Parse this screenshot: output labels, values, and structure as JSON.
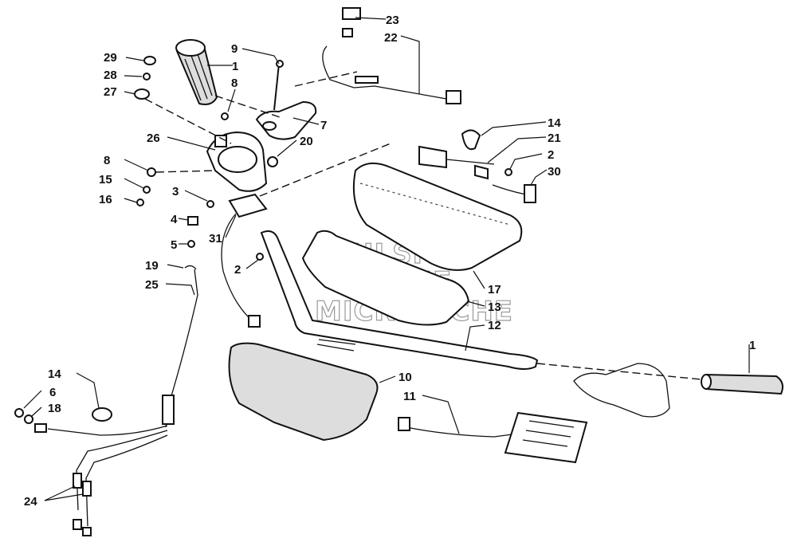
{
  "callouts": [
    {
      "id": "c23",
      "label": "23"
    },
    {
      "id": "c22",
      "label": "22"
    },
    {
      "id": "c9",
      "label": "9"
    },
    {
      "id": "c29",
      "label": "29"
    },
    {
      "id": "c1a",
      "label": "1"
    },
    {
      "id": "c28",
      "label": "28"
    },
    {
      "id": "c8a",
      "label": "8"
    },
    {
      "id": "c27",
      "label": "27"
    },
    {
      "id": "c7",
      "label": "7"
    },
    {
      "id": "c14a",
      "label": "14"
    },
    {
      "id": "c26",
      "label": "26"
    },
    {
      "id": "c20",
      "label": "20"
    },
    {
      "id": "c21",
      "label": "21"
    },
    {
      "id": "c8b",
      "label": "8"
    },
    {
      "id": "c2a",
      "label": "2"
    },
    {
      "id": "c30",
      "label": "30"
    },
    {
      "id": "c15",
      "label": "15"
    },
    {
      "id": "c3",
      "label": "3"
    },
    {
      "id": "c16",
      "label": "16"
    },
    {
      "id": "c4",
      "label": "4"
    },
    {
      "id": "c31",
      "label": "31"
    },
    {
      "id": "c5",
      "label": "5"
    },
    {
      "id": "c2b",
      "label": "2"
    },
    {
      "id": "c19",
      "label": "19"
    },
    {
      "id": "c17",
      "label": "17"
    },
    {
      "id": "c25",
      "label": "25"
    },
    {
      "id": "c13",
      "label": "13"
    },
    {
      "id": "c12",
      "label": "12"
    },
    {
      "id": "c1b",
      "label": "1"
    },
    {
      "id": "c10",
      "label": "10"
    },
    {
      "id": "c14b",
      "label": "14"
    },
    {
      "id": "c6",
      "label": "6"
    },
    {
      "id": "c11",
      "label": "11"
    },
    {
      "id": "c18",
      "label": "18"
    },
    {
      "id": "c24",
      "label": "24"
    }
  ],
  "watermark": {
    "line1": "HLSM'S",
    "line2": "ONLINE",
    "line3": "MICROFICHE"
  }
}
